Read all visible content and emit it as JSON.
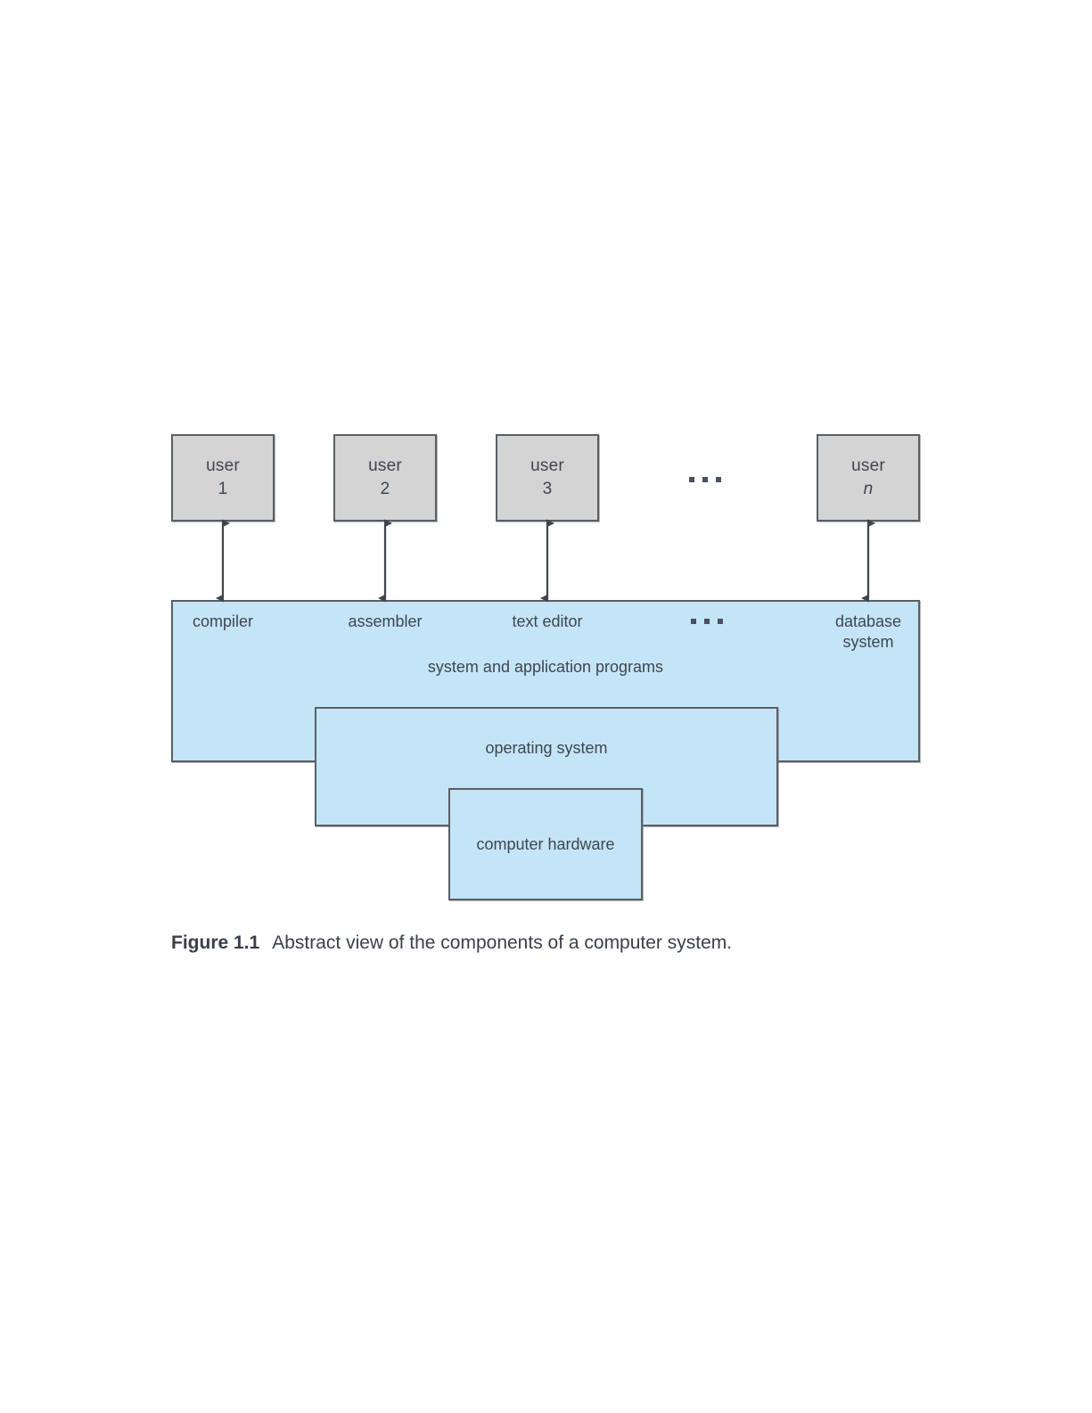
{
  "figure": {
    "caption_label": "Figure 1.1",
    "caption_text": "Abstract view of the components of a computer system.",
    "colors": {
      "user_box_fill": "#d4d4d4",
      "layer_fill": "#c4e5f7",
      "stroke": "#595f66",
      "text": "#3f4650"
    }
  },
  "users": [
    {
      "word": "user",
      "id": "1",
      "italic": false
    },
    {
      "word": "user",
      "id": "2",
      "italic": false
    },
    {
      "word": "user",
      "id": "3",
      "italic": false
    },
    {
      "word": "user",
      "id": "n",
      "italic": true
    }
  ],
  "users_ellipsis": "...",
  "programs": {
    "layer_label": "system and application programs",
    "items": [
      {
        "label": "compiler"
      },
      {
        "label": "assembler"
      },
      {
        "label": "text editor"
      },
      {
        "label": "database\nsystem"
      }
    ],
    "items_ellipsis": "..."
  },
  "layers": {
    "operating_system": "operating system",
    "computer_hardware": "computer hardware"
  }
}
